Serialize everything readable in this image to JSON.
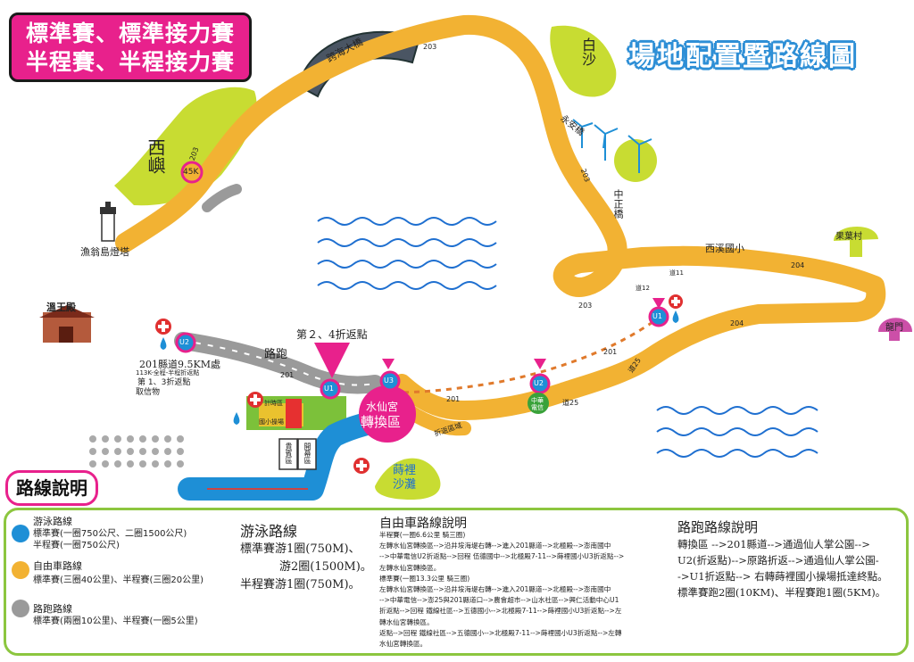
{
  "title_box": {
    "line1": "標準賽、標準接力賽",
    "line2": "半程賽、半程接力賽"
  },
  "main_title": "場地配置暨路線圖",
  "places": {
    "xiyu": "西嶼",
    "lighthouse": "漁翁島燈塔",
    "kilometer": "45K",
    "bridge": "跨海大橋",
    "baisha": "白沙",
    "yongan_bridge": "永安橋",
    "zhongzheng_bridge": "中正橋",
    "xixi_school": "西溪國小",
    "guoye_village": "果葉村",
    "longmen": "龍門",
    "temple": "溫王殿",
    "run_label": "路跑",
    "turn_label": "第２、4折返點",
    "county_road": "201縣道9.5KM處",
    "county_road_note1": "113K-全程-半程折返點",
    "county_road_note2": "第 1、3折返點",
    "water_station": "取信物",
    "transition_line1": "水仙宮",
    "transition_line2": "轉換區",
    "timing": "計時區",
    "school_area": "國小操場",
    "vip": "貴賓區",
    "opening": "開幕區",
    "shili_line1": "蒔裡",
    "shili_line2": "沙灘",
    "turn_area": "折返區域",
    "telecom_line1": "中華",
    "telecom_line2": "電信"
  },
  "road_numbers": {
    "r203a": "203",
    "r203b": "203",
    "r203c": "203",
    "r203d": "203",
    "r204a": "204",
    "r204b": "204",
    "r201a": "201",
    "r201b": "201",
    "r201c": "201",
    "r12": "道12",
    "r11": "道11",
    "r25a": "道25",
    "r25b": "道25"
  },
  "markers": {
    "u1": "U1",
    "u2": "U2",
    "u3": "U3"
  },
  "legend": {
    "tab": "路線說明",
    "swim_title": "游泳路線",
    "swim_std": "標準賽(一圈750公尺、二圈1500公尺)",
    "swim_half": "半程賽(一圈750公尺)",
    "bike_title": "自由車路線",
    "bike_desc": "標準賽(三圈40公里)、半程賽(三圈20公里)",
    "run_title": "路跑路線",
    "run_desc": "標準賽(兩圈10公里)、半程賽(一圈5公里)",
    "swim_heading": "游泳路線",
    "swim_l1": "標準賽游1圈(750M)、",
    "swim_l2": "游2圈(1500M)。",
    "swim_l3": "半程賽游1圈(750M)。",
    "bike_heading": "自由車路線說明",
    "bike_lines": [
      "半程賽(一圈6.6公里 騎三圈)",
      "左轉水仙宮轉換區-->沿井垵海堤右轉-->進入201縣道-->北極殿-->澎南國中",
      "-->中華電信U2折返點-->回程 伍德國中-->北極殿7-11-->蒔裡國小U3折返點-->",
      "左轉水仙宮轉換區。",
      "標準賽(一圈13.3公里 騎三圈)",
      "左轉水仙宮轉換區-->沿井垵海堤右轉-->進入201縣道-->北極殿-->澎南國中",
      "-->中華電信-->澎25與201縣道口-->農會超市-->山水社區-->興仁活動中心U1",
      "折返點-->回程 鐵線社區-->五德國小-->北極殿7-11-->蒔裡國小U3折返點-->左",
      "轉水仙宮轉換區。",
      "返點-->回程 鐵線社區-->五德國小-->北極殿7-11-->蒔裡國小U3折返點-->左轉",
      "水仙宮轉換區。"
    ],
    "run_heading": "路跑路線說明",
    "run_lines": [
      "轉換區 -->201縣道-->通過仙人掌公園-->",
      "U2(折返點)-->原路折返-->通過仙人掌公園-",
      "->U1折返點--> 右轉蒔裡國小操場抵達終點。",
      "標準賽跑2圈(10KM)、半程賽跑1圈(5KM)。"
    ]
  },
  "colors": {
    "swim": "#1e8fd6",
    "bike": "#f2b233",
    "run": "#9a9a9a",
    "accent": "#e8218c",
    "land": "#c8dc32",
    "sea_wave": "#1e6fd0"
  }
}
